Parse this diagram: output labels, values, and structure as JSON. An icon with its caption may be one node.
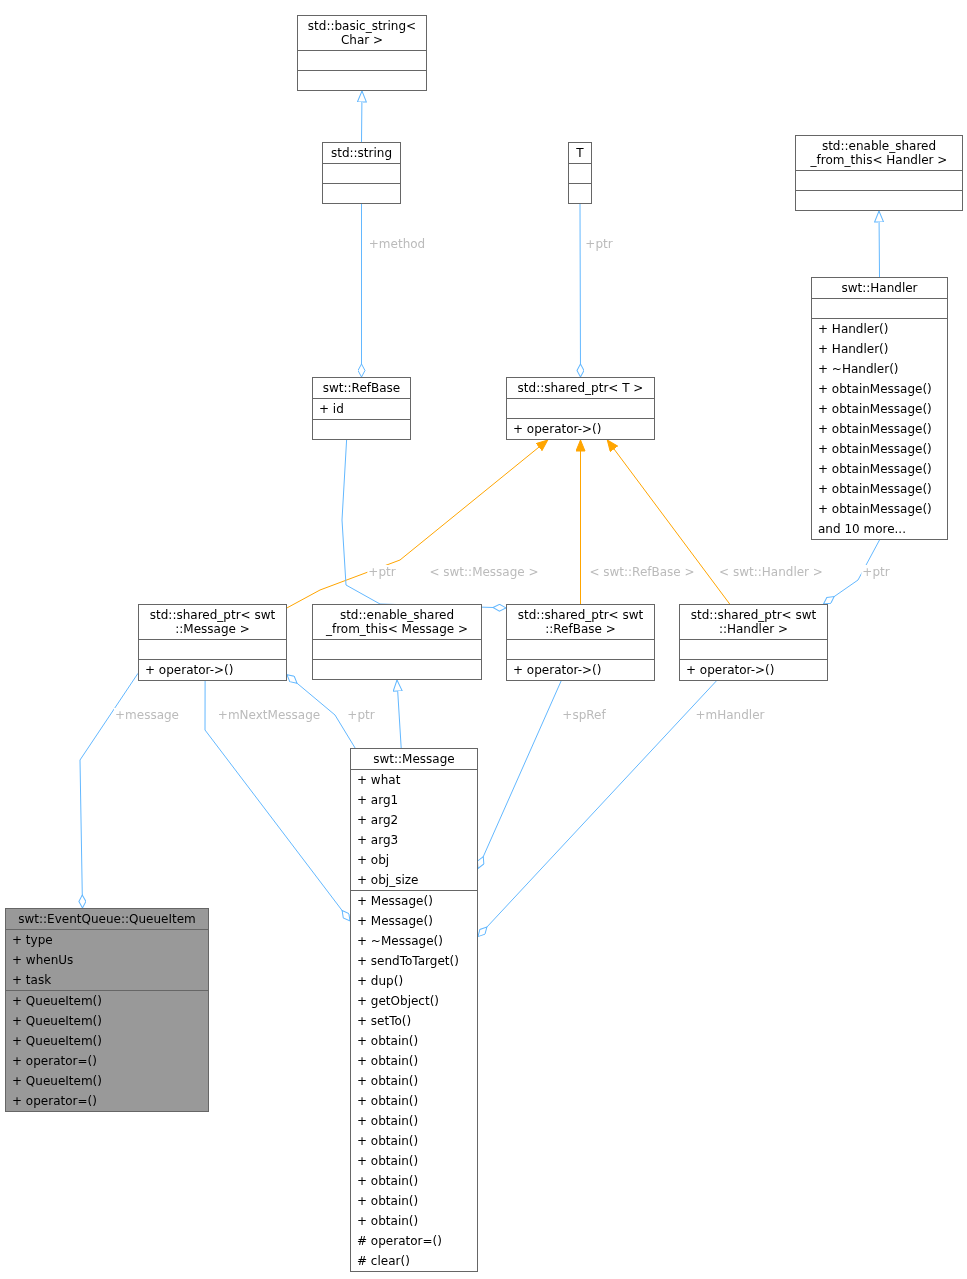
{
  "diagram": {
    "nodes": [
      {
        "text": [
          "std::basic_string< Char >"
        ]
      },
      {
        "text": [
          "std::string"
        ]
      },
      {
        "text": [
          "T"
        ]
      },
      {
        "text": [
          "std::enable_shared _from_this< Handler >"
        ]
      },
      {
        "text": [
          "swt::Handler",
          "+ Handler()",
          "+ Handler()",
          "+ ~Handler()",
          "+ obtainMessage()",
          "+ obtainMessage()",
          "+ obtainMessage()",
          "+ obtainMessage()",
          "+ obtainMessage()",
          "+ obtainMessage()",
          "+ obtainMessage()",
          "and 10 more..."
        ]
      },
      {
        "text": [
          "swt::RefBase",
          "+ id"
        ]
      },
      {
        "text": [
          "std::shared_ptr< T >",
          "+ operator->()"
        ]
      },
      {
        "text": [
          "std::shared_ptr< swt ::Message >",
          "+ operator->()"
        ]
      },
      {
        "text": [
          "std::enable_shared _from_this< Message >"
        ]
      },
      {
        "text": [
          "std::shared_ptr< swt ::RefBase >",
          "+ operator->()"
        ]
      },
      {
        "text": [
          "std::shared_ptr< swt ::Handler >",
          "+ operator->()"
        ]
      },
      {
        "text": [
          "swt::Message",
          "+ what",
          "+ arg1",
          "+ arg2",
          "+ arg3",
          "+ obj",
          "+ obj_size",
          "+ Message()",
          "+ Message()",
          "+ ~Message()",
          "+ sendToTarget()",
          "+ dup()",
          "+ getObject()",
          "+ setTo()",
          "+ obtain()",
          "+ obtain()",
          "+ obtain()",
          "+ obtain()",
          "+ obtain()",
          "+ obtain()",
          "+ obtain()",
          "+ obtain()",
          "+ obtain()",
          "+ obtain()",
          "# operator=()",
          "# clear()"
        ]
      },
      {
        "text": [
          "swt::EventQueue::QueueItem",
          "+ type",
          "+ whenUs",
          "+ task",
          "+ QueueItem()",
          "+ QueueItem()",
          "+ QueueItem()",
          "+ operator=()",
          "+ QueueItem()",
          "+ operator=()"
        ]
      }
    ],
    "edges": [
      {
        "from": 1,
        "to": 0,
        "arrow": "to"
      },
      {
        "from": 1,
        "to": 5,
        "arrow": "other",
        "label": "+method"
      },
      {
        "from": 2,
        "to": 6,
        "arrow": "other",
        "label": "+ptr"
      },
      {
        "from": 4,
        "to": 3,
        "arrow": "to"
      },
      {
        "from": 7,
        "to": 6,
        "arrow": "to",
        "label": "< swt::Message >",
        "color": "#ffa500"
      },
      {
        "from": 9,
        "to": 6,
        "arrow": "to",
        "label": "< swt::RefBase >",
        "color": "#ffa500"
      },
      {
        "from": 10,
        "to": 6,
        "arrow": "to",
        "label": "< swt::Handler >",
        "color": "#ffa500"
      },
      {
        "from": 5,
        "to": 9,
        "arrow": "other",
        "label": "+ptr"
      },
      {
        "from": 4,
        "to": 10,
        "arrow": "other",
        "label": "+ptr"
      },
      {
        "from": 11,
        "to": 8,
        "arrow": "to"
      },
      {
        "from": 11,
        "to": 7,
        "arrow": "other",
        "label": "+ptr"
      },
      {
        "from": 7,
        "to": 11,
        "arrow": "other",
        "label": "+mNextMessage"
      },
      {
        "from": 9,
        "to": 11,
        "arrow": "other",
        "label": "+spRef"
      },
      {
        "from": 10,
        "to": 11,
        "arrow": "other",
        "label": "+mHandler"
      },
      {
        "from": 7,
        "to": 12,
        "arrow": "other",
        "label": "+message"
      }
    ]
  }
}
